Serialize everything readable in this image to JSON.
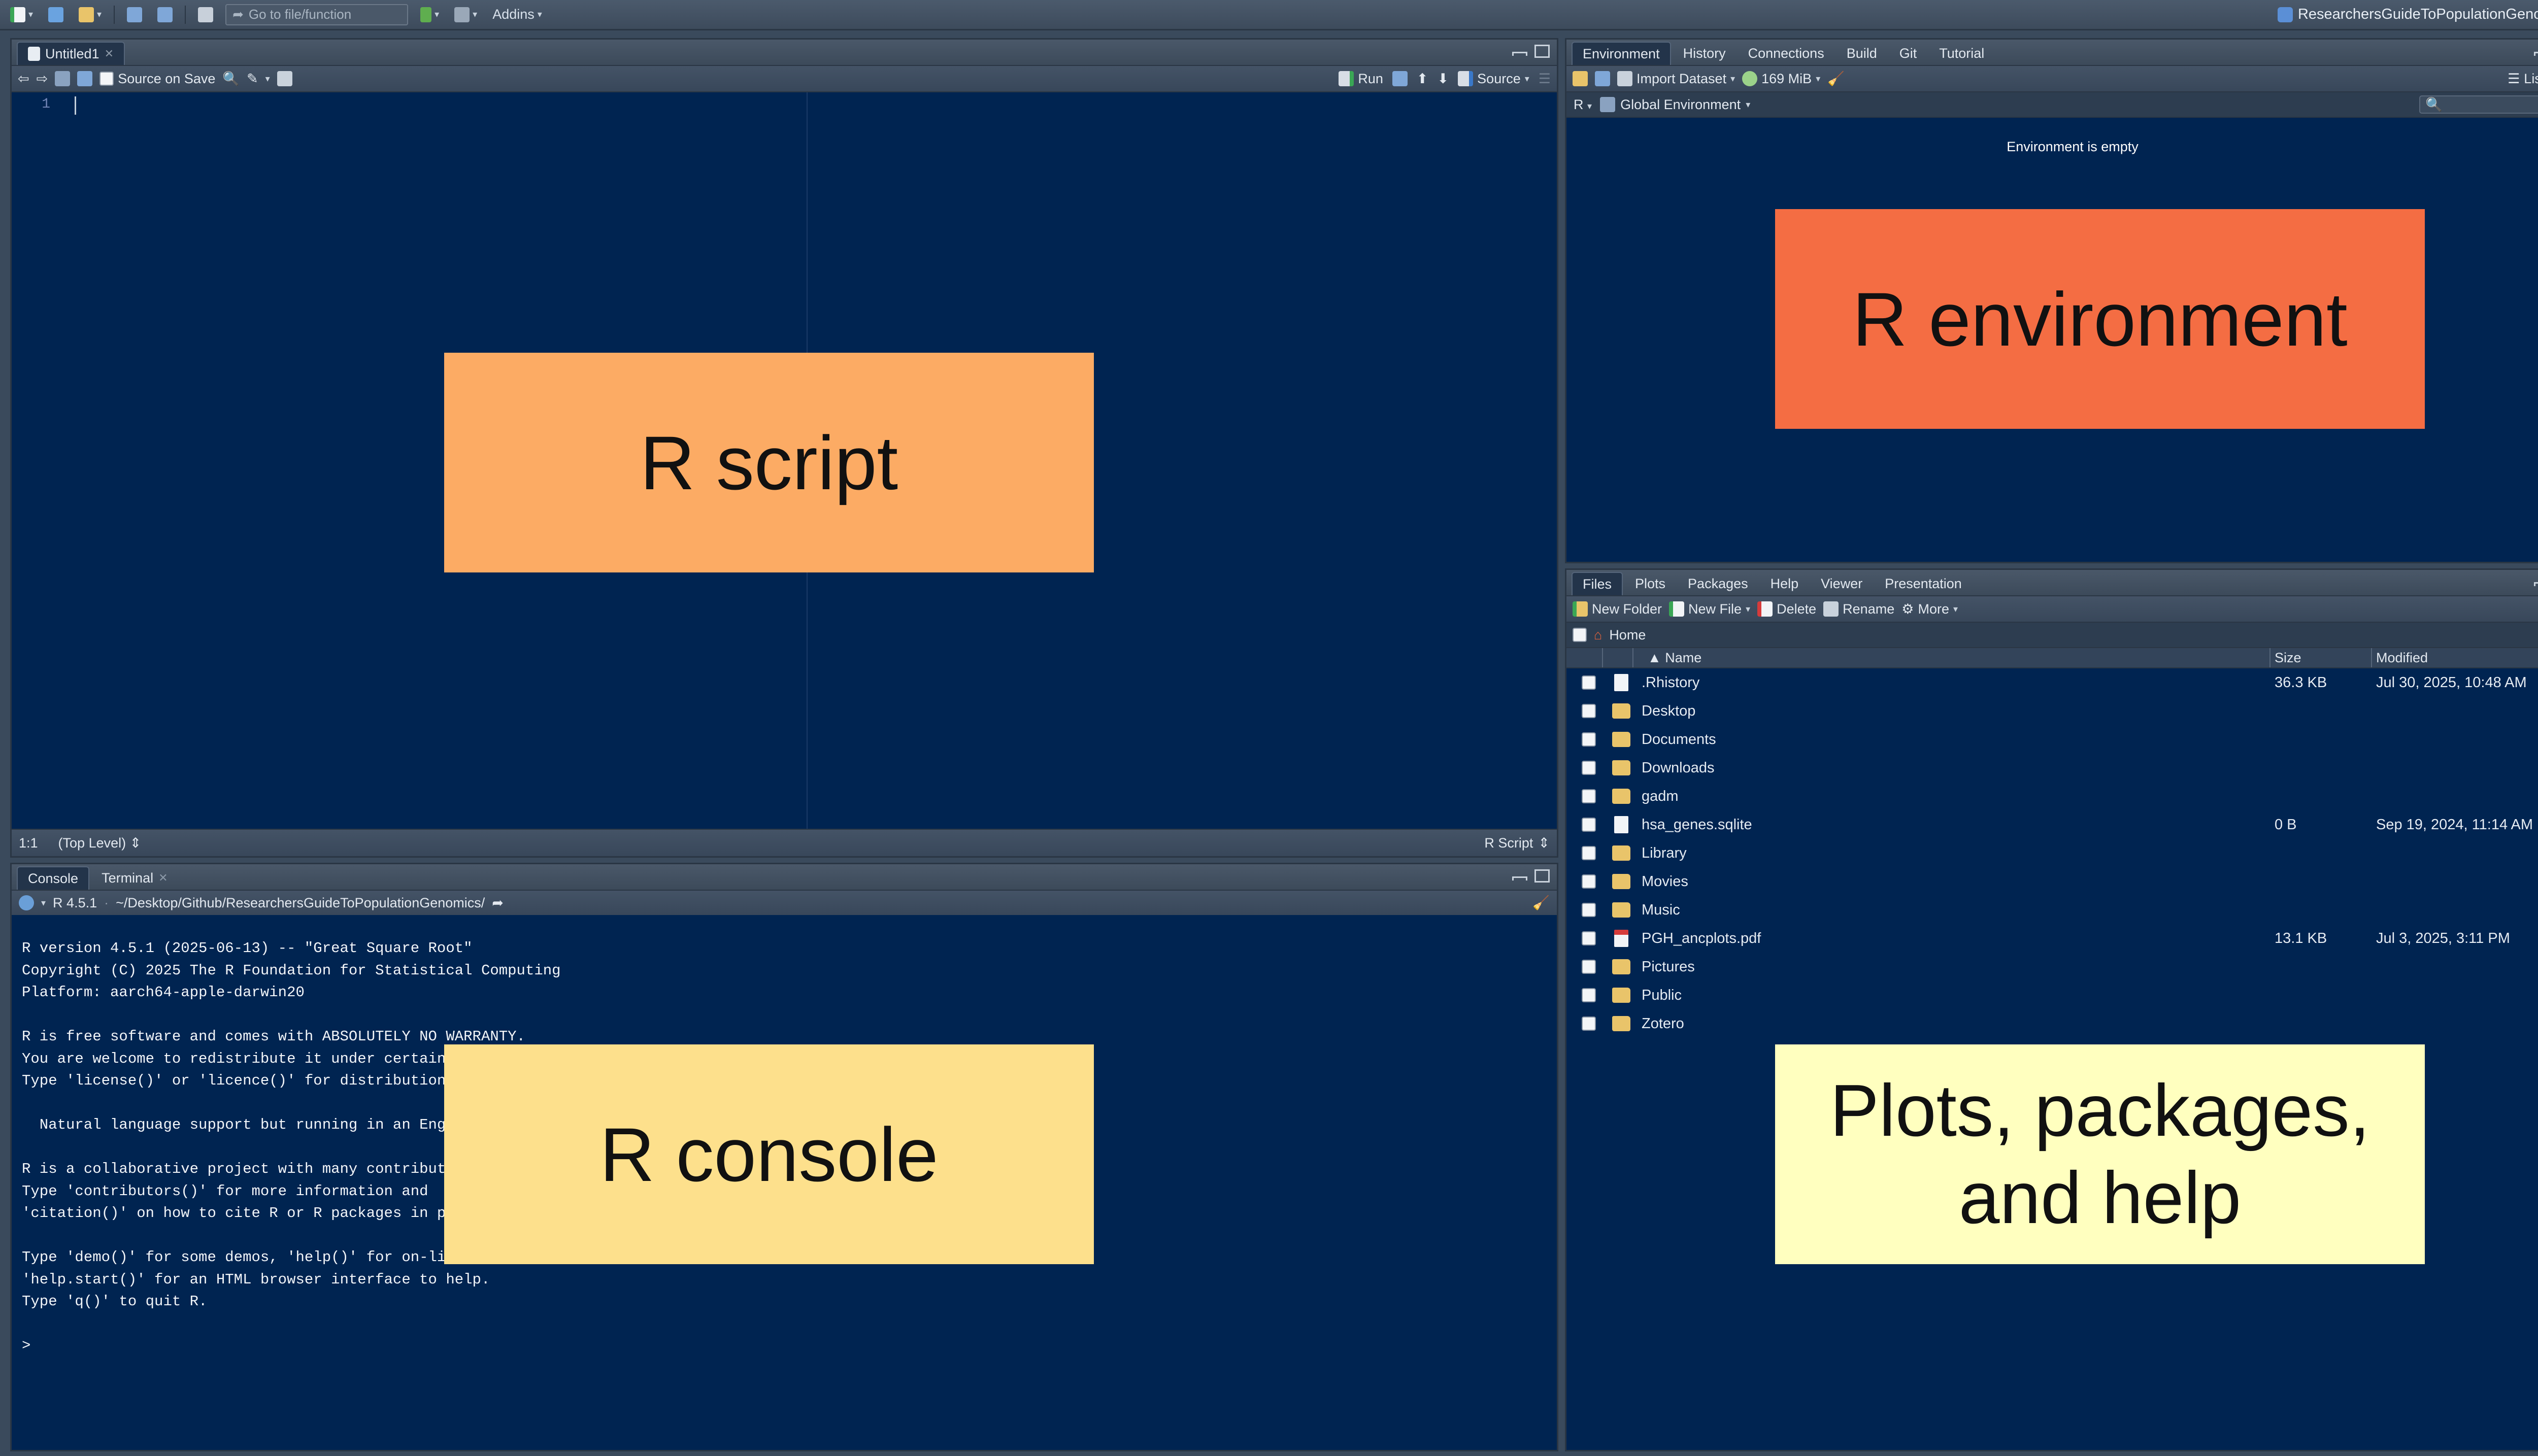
{
  "colors": {
    "editor_bg": "#002451",
    "chrome": "#3a4a5c",
    "script_label_bg": "#fcab64",
    "environment_label_bg": "#f46d43",
    "console_label_bg": "#fde08c",
    "help_label_bg": "#ffffbf"
  },
  "global_toolbar": {
    "goto_placeholder": "Go to file/function",
    "addins_label": "Addins",
    "project_name": "ResearchersGuideToPopulationGenomics"
  },
  "editor": {
    "tab_label": "Untitled1",
    "source_on_save_label": "Source on Save",
    "run_label": "Run",
    "source_label": "Source",
    "line_number": "1",
    "cursor_position": "1:1",
    "scope": "(Top Level)",
    "file_type": "R Script"
  },
  "console": {
    "tabs": [
      "Console",
      "Terminal"
    ],
    "r_version": "R 4.5.1",
    "working_dir": "~/Desktop/Github/ResearchersGuideToPopulationGenomics/",
    "lines": [
      "R version 4.5.1 (2025-06-13) -- \"Great Square Root\"",
      "Copyright (C) 2025 The R Foundation for Statistical Computing",
      "Platform: aarch64-apple-darwin20",
      "",
      "R is free software and comes with ABSOLUTELY NO WARRANTY.",
      "You are welcome to redistribute it under certain conditions.",
      "Type 'license()' or 'licence()' for distribution details.",
      "",
      "  Natural language support but running in an English locale",
      "",
      "R is a collaborative project with many contributors.",
      "Type 'contributors()' for more information and",
      "'citation()' on how to cite R or R packages in publications.",
      "",
      "Type 'demo()' for some demos, 'help()' for on-line help, or",
      "'help.start()' for an HTML browser interface to help.",
      "Type 'q()' to quit R.",
      "",
      "> "
    ]
  },
  "environment": {
    "tabs": [
      "Environment",
      "History",
      "Connections",
      "Build",
      "Git",
      "Tutorial"
    ],
    "import_label": "Import Dataset",
    "memory": "169 MiB",
    "view_mode": "List",
    "language": "R",
    "scope": "Global Environment",
    "empty_message": "Environment is empty"
  },
  "files": {
    "tabs": [
      "Files",
      "Plots",
      "Packages",
      "Help",
      "Viewer",
      "Presentation"
    ],
    "toolbar": {
      "new_folder": "New Folder",
      "new_file": "New File",
      "delete": "Delete",
      "rename": "Rename",
      "more": "More"
    },
    "path": "Home",
    "columns": {
      "name": "Name",
      "size": "Size",
      "modified": "Modified"
    },
    "rows": [
      {
        "name": ".Rhistory",
        "size": "36.3 KB",
        "modified": "Jul 30, 2025, 10:48 AM",
        "icon": "r-file-icon"
      },
      {
        "name": "Desktop",
        "size": "",
        "modified": "",
        "icon": "folder-icon"
      },
      {
        "name": "Documents",
        "size": "",
        "modified": "",
        "icon": "folder-icon"
      },
      {
        "name": "Downloads",
        "size": "",
        "modified": "",
        "icon": "folder-icon"
      },
      {
        "name": "gadm",
        "size": "",
        "modified": "",
        "icon": "folder-icon"
      },
      {
        "name": "hsa_genes.sqlite",
        "size": "0 B",
        "modified": "Sep 19, 2024, 11:14 AM",
        "icon": "file-icon"
      },
      {
        "name": "Library",
        "size": "",
        "modified": "",
        "icon": "folder-icon"
      },
      {
        "name": "Movies",
        "size": "",
        "modified": "",
        "icon": "folder-icon"
      },
      {
        "name": "Music",
        "size": "",
        "modified": "",
        "icon": "folder-icon"
      },
      {
        "name": "PGH_ancplots.pdf",
        "size": "13.1 KB",
        "modified": "Jul 3, 2025, 3:11 PM",
        "icon": "pdf-icon"
      },
      {
        "name": "Pictures",
        "size": "",
        "modified": "",
        "icon": "folder-icon"
      },
      {
        "name": "Public",
        "size": "",
        "modified": "",
        "icon": "folder-icon"
      },
      {
        "name": "Zotero",
        "size": "",
        "modified": "",
        "icon": "folder-icon"
      }
    ]
  },
  "overlays": {
    "script": "R script",
    "environment": "R environment",
    "console": "R console",
    "help": "Plots, packages, and help"
  }
}
